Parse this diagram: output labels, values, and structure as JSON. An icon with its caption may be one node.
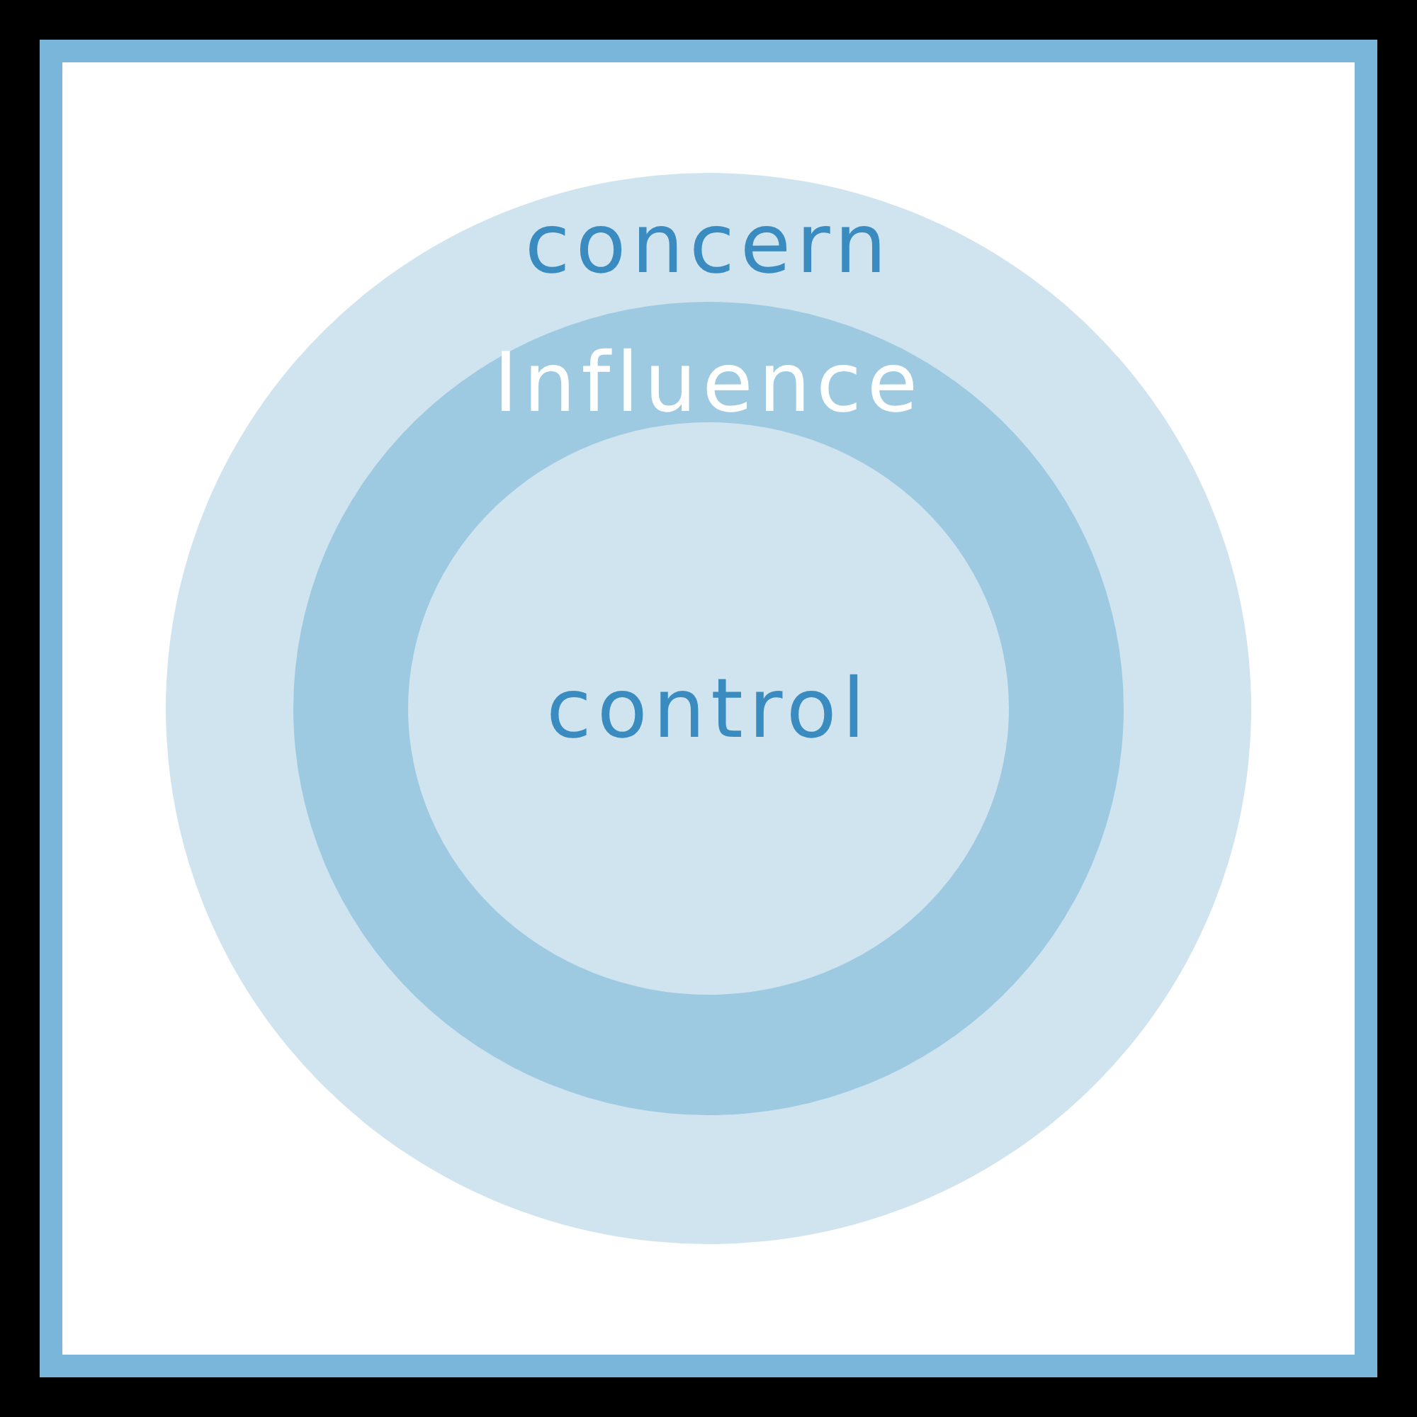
{
  "diagram": {
    "nodes": [
      {
        "text": [
          "concern"
        ]
      },
      {
        "text": [
          "Influence"
        ],
        "in": 0
      },
      {
        "text": [
          "control"
        ],
        "in": 1
      }
    ]
  }
}
